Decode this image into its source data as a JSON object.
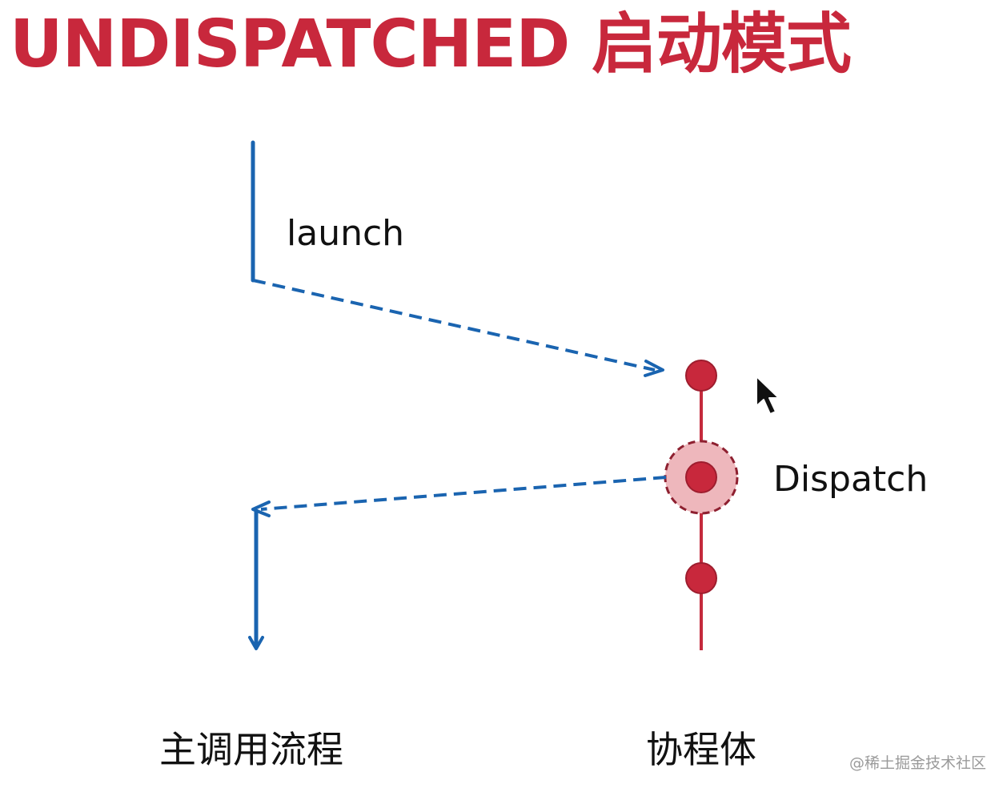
{
  "title": "UNDISPATCHED 启动模式",
  "colors": {
    "title": "#c8283c",
    "blue_flow": "#1a64b0",
    "red_line": "#c42a3c",
    "node_fill": "#c8283c",
    "node_stroke": "#9e1d2e",
    "halo_fill": "#eeb7bc",
    "halo_stroke": "#8e2030",
    "text": "#111111",
    "cursor": "#111111",
    "watermark": "#9a9a9a"
  },
  "labels": {
    "launch": "launch",
    "dispatch": "Dispatch",
    "main_flow": "主调用流程",
    "coroutine_body": "协程体"
  },
  "watermark": "@稀土掘金技术社区",
  "icons": {
    "cursor": "mouse-pointer-icon"
  }
}
